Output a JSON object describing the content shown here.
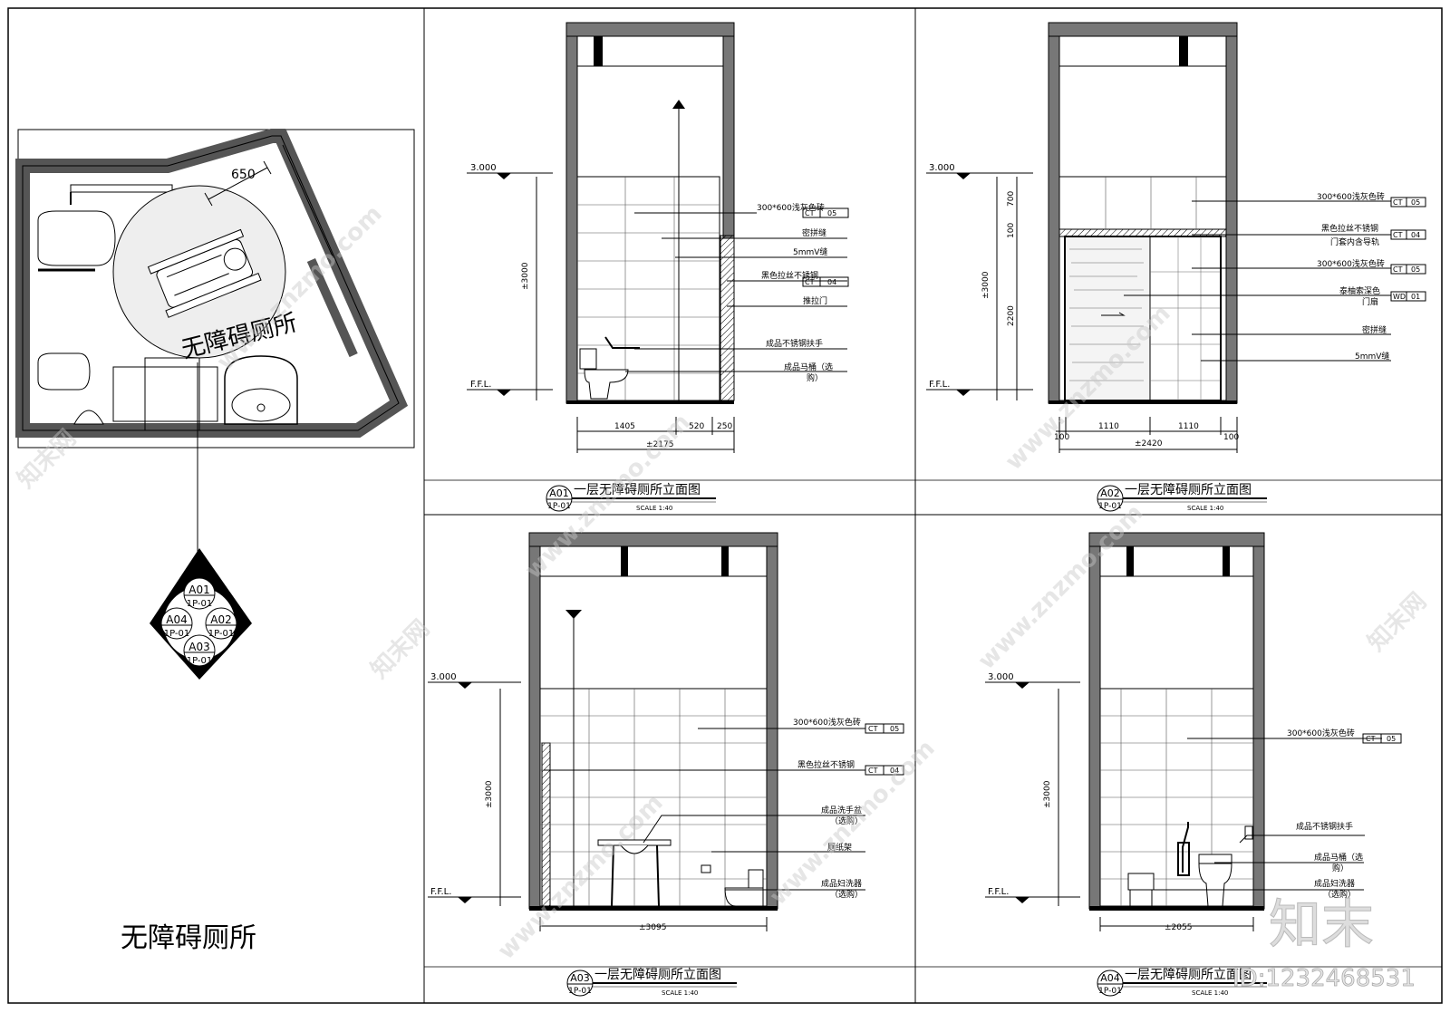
{
  "plan": {
    "room_label": "无障碍厕所",
    "dim_650": "650",
    "caption": "无障碍厕所",
    "index_tags": [
      {
        "code": "A01",
        "sheet": "1P-01"
      },
      {
        "code": "A02",
        "sheet": "1P-01"
      },
      {
        "code": "A03",
        "sheet": "1P-01"
      },
      {
        "code": "A04",
        "sheet": "1P-01"
      }
    ]
  },
  "elevations": {
    "a01": {
      "title": "一层无障碍厕所立面图",
      "scale": "SCALE  1:40",
      "tag": {
        "code": "A01",
        "sheet": "1P-01"
      },
      "level_top": "3.000",
      "level_ffl": "F.F.L.",
      "height_dim": "±3000",
      "dims": [
        "1405",
        "520",
        "250"
      ],
      "total": "±2175",
      "callouts": [
        {
          "text": "300*600浅灰色砖",
          "code": "CT",
          "num": "05"
        },
        {
          "text": "密拼缝",
          "code": "",
          "num": ""
        },
        {
          "text": "5mmV缝",
          "code": "",
          "num": ""
        },
        {
          "text": "黑色拉丝不锈钢",
          "code": "CT",
          "num": "04"
        },
        {
          "text": "推拉门",
          "code": "",
          "num": ""
        },
        {
          "text": "成品不锈钢扶手",
          "code": "",
          "num": ""
        },
        {
          "text": "成品马桶（选",
          "code": "",
          "num": ""
        },
        {
          "text": "购）",
          "code": "",
          "num": ""
        }
      ]
    },
    "a02": {
      "title": "一层无障碍厕所立面图",
      "scale": "SCALE  1:40",
      "tag": {
        "code": "A02",
        "sheet": "1P-01"
      },
      "level_top": "3.000",
      "level_ffl": "F.F.L.",
      "height_dim": "±3000",
      "vdims": [
        "700",
        "100",
        "2200"
      ],
      "dims": [
        "100",
        "1110",
        "1110",
        "100"
      ],
      "total": "±2420",
      "callouts": [
        {
          "text": "300*600浅灰色砖",
          "code": "CT",
          "num": "05"
        },
        {
          "text": "黑色拉丝不锈钢",
          "code": "CT",
          "num": "04"
        },
        {
          "text": "门套内含导轨",
          "code": "",
          "num": ""
        },
        {
          "text": "300*600浅灰色砖",
          "code": "CT",
          "num": "05"
        },
        {
          "text": "泰柚索深色",
          "code": "WD",
          "num": "01"
        },
        {
          "text": "门扇",
          "code": "",
          "num": ""
        },
        {
          "text": "密拼缝",
          "code": "",
          "num": ""
        },
        {
          "text": "5mmV缝",
          "code": "",
          "num": ""
        }
      ]
    },
    "a03": {
      "title": "一层无障碍厕所立面图",
      "scale": "SCALE  1:40",
      "tag": {
        "code": "A03",
        "sheet": "1P-01"
      },
      "level_top": "3.000",
      "level_ffl": "F.F.L.",
      "height_dim": "±3000",
      "total": "±3095",
      "callouts": [
        {
          "text": "300*600浅灰色砖",
          "code": "CT",
          "num": "05"
        },
        {
          "text": "黑色拉丝不锈钢",
          "code": "CT",
          "num": "04"
        },
        {
          "text": "成品洗手盆",
          "code": "",
          "num": ""
        },
        {
          "text": "（选购）",
          "code": "",
          "num": ""
        },
        {
          "text": "厕纸架",
          "code": "",
          "num": ""
        },
        {
          "text": "成品妇洗器",
          "code": "",
          "num": ""
        },
        {
          "text": "（选购）",
          "code": "",
          "num": ""
        }
      ]
    },
    "a04": {
      "title": "一层无障碍厕所立面图",
      "scale": "SCALE  1:40",
      "tag": {
        "code": "A04",
        "sheet": "1P-01"
      },
      "level_top": "3.000",
      "level_ffl": "F.F.L.",
      "height_dim": "±3000",
      "total": "±2055",
      "callouts": [
        {
          "text": "300*600浅灰色砖",
          "code": "CT",
          "num": "05"
        },
        {
          "text": "成品不锈钢扶手",
          "code": "",
          "num": ""
        },
        {
          "text": "成品马桶（选",
          "code": "",
          "num": ""
        },
        {
          "text": "购）",
          "code": "",
          "num": ""
        },
        {
          "text": "成品妇洗器",
          "code": "",
          "num": ""
        },
        {
          "text": "（选购）",
          "code": "",
          "num": ""
        }
      ]
    }
  },
  "watermark": {
    "site": "www.znzmo.com",
    "brand": "知末网",
    "logo": "知末",
    "id": "ID:1232468531"
  }
}
